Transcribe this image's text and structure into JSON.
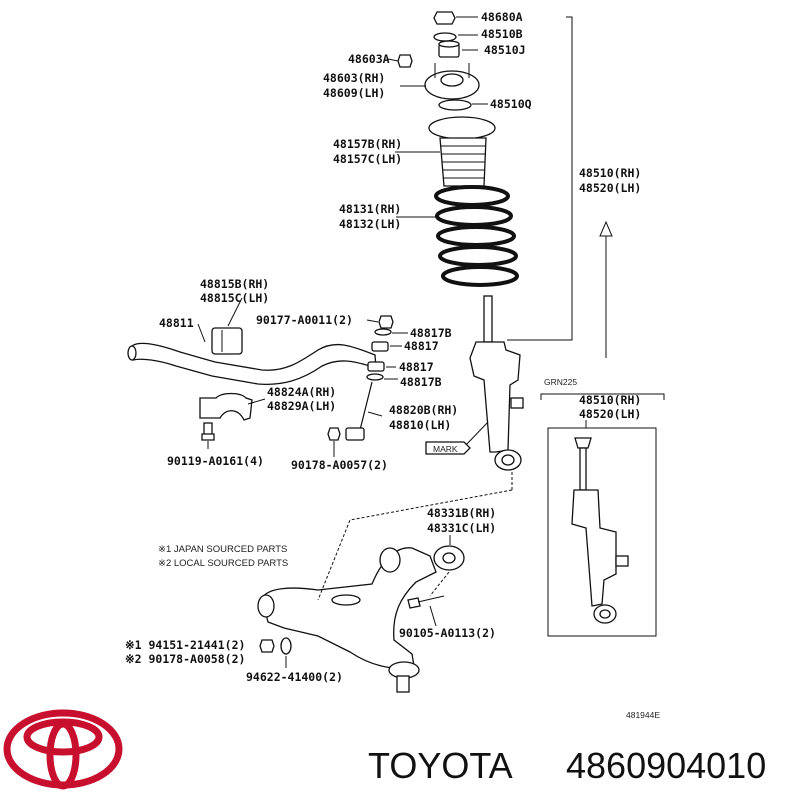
{
  "labels": {
    "p48680A": "48680A",
    "p48510B": "48510B",
    "p48510J": "48510J",
    "p48603A": "48603A",
    "p48603": "48603(RH)",
    "p48609": "48609(LH)",
    "p48510Q": "48510Q",
    "p48157B": "48157B(RH)",
    "p48157C": "48157C(LH)",
    "p48131": "48131(RH)",
    "p48132": "48132(LH)",
    "p48510_rh": "48510(RH)",
    "p48520_lh": "48520(LH)",
    "p48815B": "48815B(RH)",
    "p48815C": "48815C(LH)",
    "p48811": "48811",
    "p90177": "90177-A0011(2)",
    "p48817B_top": "48817B",
    "p48817_top": "48817",
    "p48817_bot": "48817",
    "p48817B_bot": "48817B",
    "p48824A": "48824A(RH)",
    "p48829A": "48829A(LH)",
    "p48820B": "48820B(RH)",
    "p48810": "48810(LH)",
    "p90119": "90119-A0161(4)",
    "p90178_57": "90178-A0057(2)",
    "mark": "MARK",
    "grn225": "GRN225",
    "p48510_rh_2": "48510(RH)",
    "p48520_lh_2": "48520(LH)",
    "p48331B": "48331B(RH)",
    "p48331C": "48331C(LH)",
    "note1": "※1 JAPAN SOURCED PARTS",
    "note2": "※2 LOCAL SOURCED PARTS",
    "p90105": "90105-A0113(2)",
    "p94151": "※1 94151-21441(2)",
    "p90178_58": "※2 90178-A0058(2)",
    "p94622": "94622-41400(2)",
    "ref": "481944E"
  },
  "brand": {
    "name": "TOYOTA",
    "part_number": "4860904010",
    "logo": "toyota-logo-icon",
    "logo_color": "#c8102e"
  }
}
